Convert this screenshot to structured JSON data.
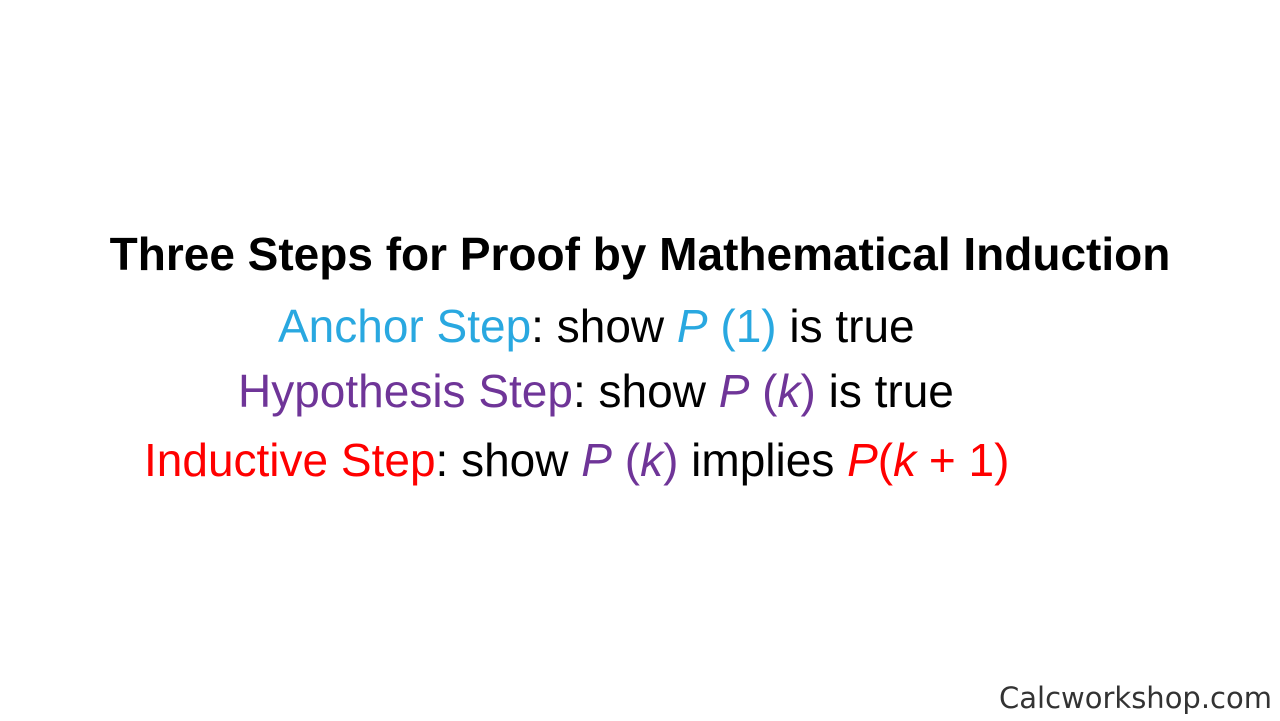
{
  "colors": {
    "anchor": "#29a8e0",
    "hypothesis": "#6f3598",
    "inductive": "#ff0000",
    "text": "#000000",
    "watermark": "#333333"
  },
  "title": "Three Steps for Proof by Mathematical Induction",
  "anchor": {
    "label": "Anchor Step",
    "colon_show": ": show ",
    "p": "P",
    "arg": " (1)",
    "tail": " is true"
  },
  "hypothesis": {
    "label": "Hypothesis Step",
    "colon_show": ": show ",
    "p": "P",
    "open": " (",
    "k": "k",
    "close": ")",
    "tail": " is true"
  },
  "inductive": {
    "label": "Inductive Step",
    "colon_show": ": show ",
    "p": "P",
    "open": " (",
    "k": "k",
    "close": ")",
    "implies": " implies ",
    "p2": "P",
    "open2": "(",
    "k2": "k",
    "plus_one": " + 1)"
  },
  "watermark": "Calcworkshop.com"
}
